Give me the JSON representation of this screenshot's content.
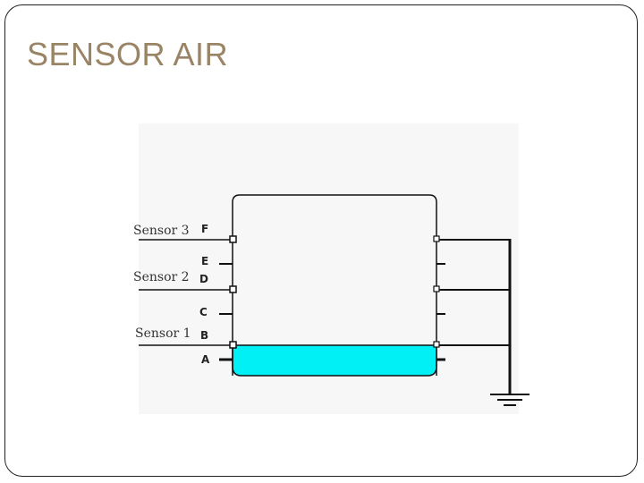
{
  "slide": {
    "title": "SENSOR AIR"
  },
  "diagram": {
    "sensors": [
      {
        "label": "Sensor 3",
        "letter": "F"
      },
      {
        "label": "Sensor 2",
        "letter": "D"
      },
      {
        "label": "Sensor 1",
        "letter": "B"
      }
    ],
    "intermediate_letters": [
      "E",
      "C",
      "A"
    ],
    "colors": {
      "water": "#00f0f6",
      "line": "#111111",
      "panel": "#f7f7f7"
    }
  }
}
